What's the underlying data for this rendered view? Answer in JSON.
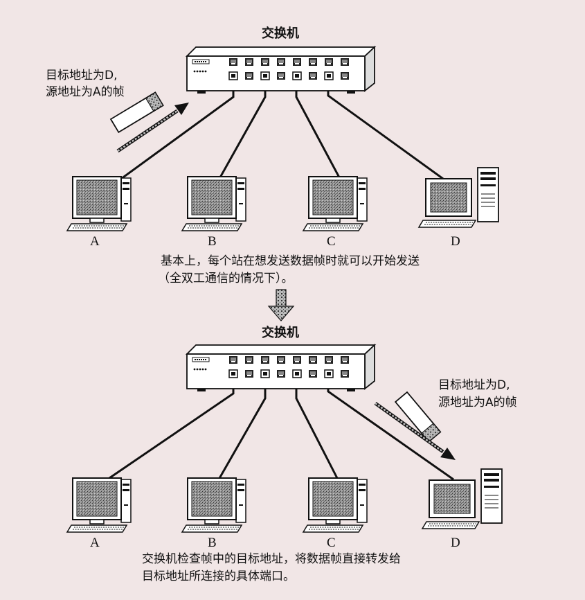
{
  "top": {
    "switch_label": "交换机",
    "frame_note_line1": "目标地址为D,",
    "frame_note_line2": "源地址为A的帧",
    "computers": [
      "A",
      "B",
      "C",
      "D"
    ],
    "caption_line1": "基本上，每个站在想发送数据帧时就可以开始发送",
    "caption_line2": "（全双工通信的情况下）。"
  },
  "bottom": {
    "switch_label": "交换机",
    "frame_note_line1": "目标地址为D,",
    "frame_note_line2": "源地址为A的帧",
    "computers": [
      "A",
      "B",
      "C",
      "D"
    ],
    "caption_line1": "交换机检查帧中的目标地址，将数据帧直接转发给",
    "caption_line2": "目标地址所连接的具体端口。"
  },
  "colors": {
    "background": "#f1e6e6",
    "line": "#111111"
  }
}
